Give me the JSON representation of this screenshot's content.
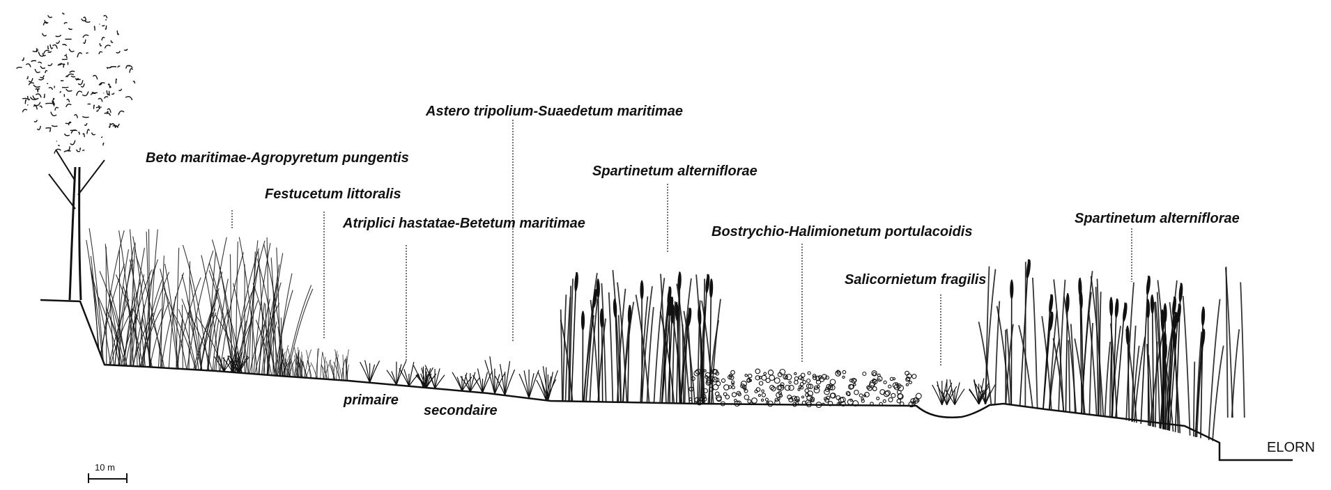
{
  "diagram": {
    "communities": {
      "beto": "Beto maritimae-Agropyretum pungentis",
      "festucetum": "Festucetum littoralis",
      "atriplici": "Atriplici hastatae-Betetum maritimae",
      "astero": "Astero tripolium-Suaedetum maritimae",
      "spartinetum_1": "Spartinetum alterniflorae",
      "bostrychio": "Bostrychio-Halimionetum portulacoidis",
      "salicornietum": "Salicornietum fragilis",
      "spartinetum_2": "Spartinetum alterniflorae"
    },
    "sublabels": {
      "primaire": "primaire",
      "secondaire": "secondaire"
    },
    "river": "ELORN",
    "scale_bar": {
      "label": "10 m"
    },
    "colors": {
      "ink": "#111111",
      "background": "#ffffff"
    }
  }
}
